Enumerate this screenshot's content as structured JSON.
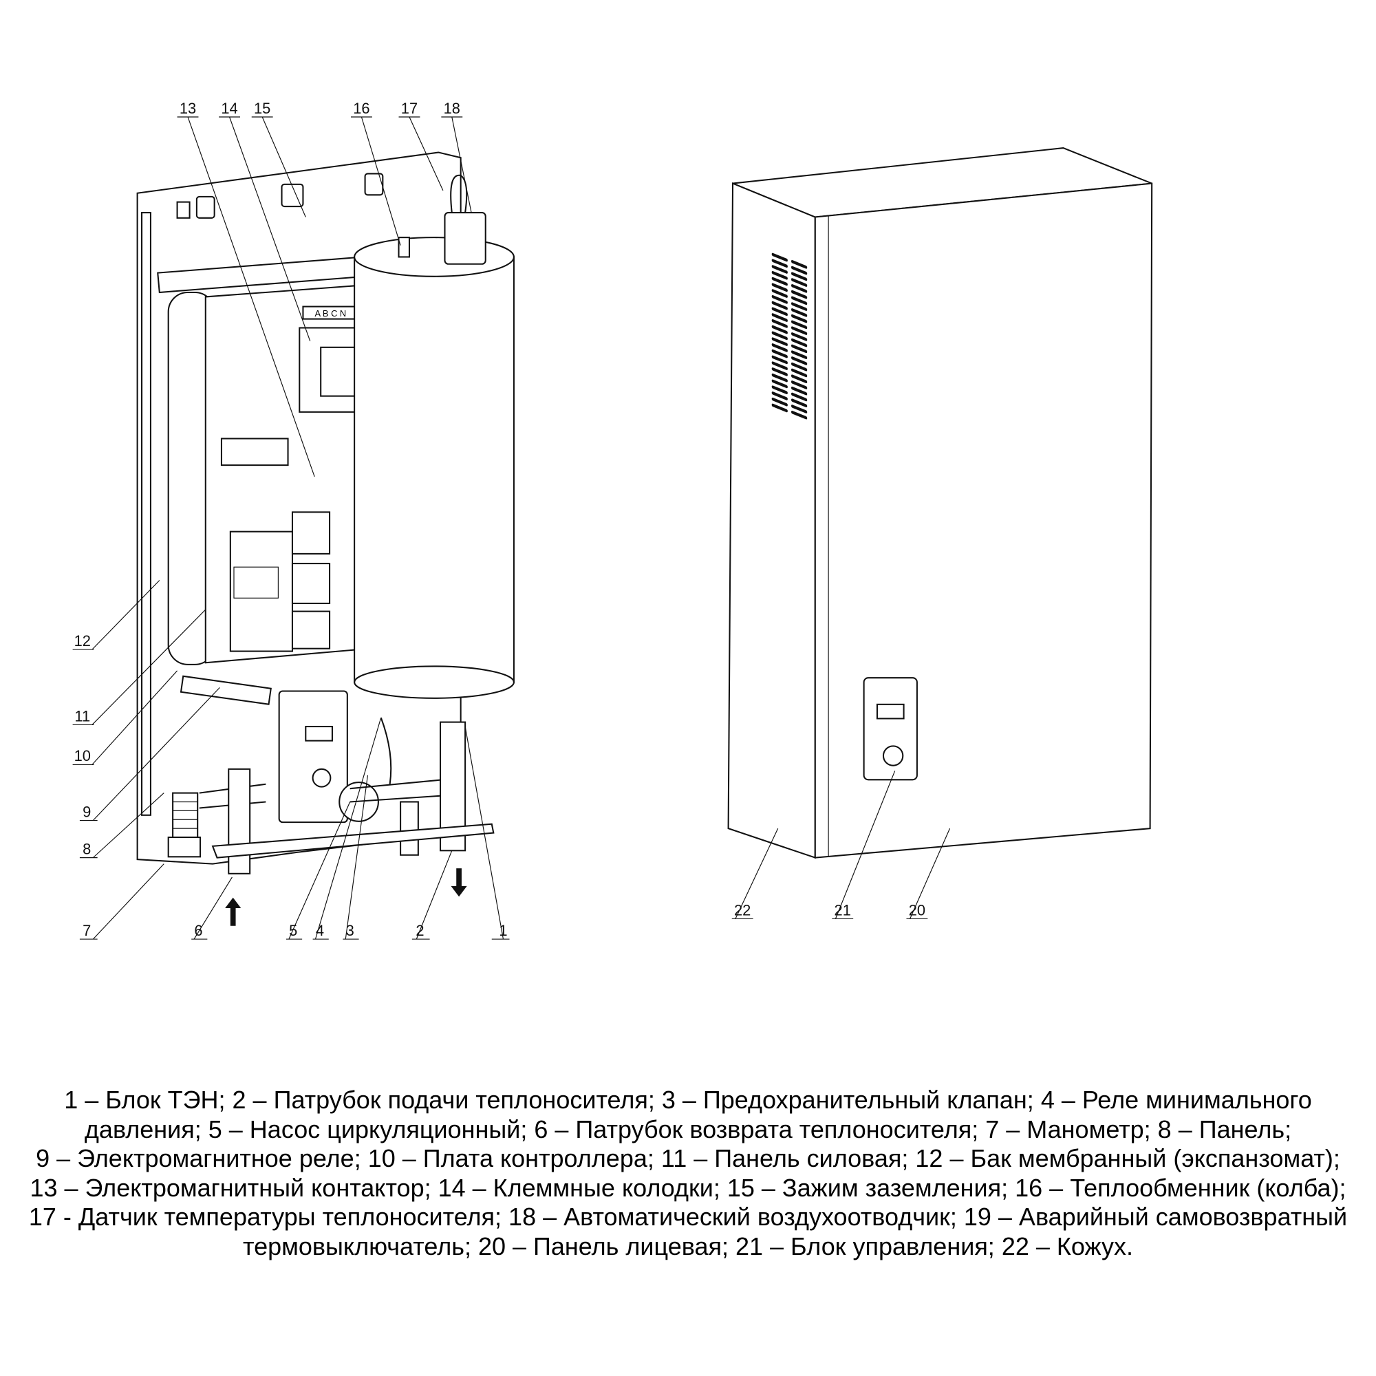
{
  "callouts_left": [
    "1",
    "2",
    "3",
    "4",
    "5",
    "6",
    "7",
    "8",
    "9",
    "10",
    "11",
    "12",
    "13",
    "14",
    "15",
    "16",
    "17",
    "18"
  ],
  "callouts_right": [
    "20",
    "21",
    "22"
  ],
  "caption": [
    "1 – Блок ТЭН; 2 – Патрубок подачи теплоносителя; 3 – Предохранительный клапан; 4 – Реле минимального",
    "давления; 5 – Насос циркуляционный; 6 – Патрубок возврата теплоносителя; 7 – Манометр; 8 – Панель;",
    "9 – Электромагнитное реле; 10 – Плата контроллера; 11 – Панель силовая; 12 – Бак мембранный (экспанзомат);",
    "13 – Электромагнитный контактор; 14 – Клеммные колодки; 15 – Зажим заземления; 16 – Теплообменник (колба);",
    "17 - Датчик температуры теплоносителя; 18 – Автоматический воздухоотводчик; 19 – Аварийный самовозвратный",
    "термовыключатель;  20 – Панель лицевая; 21 – Блок управления; 22 – Кожух."
  ],
  "terminal_marking": "A B C N",
  "colors": {
    "line": "#111111",
    "background": "#ffffff"
  }
}
